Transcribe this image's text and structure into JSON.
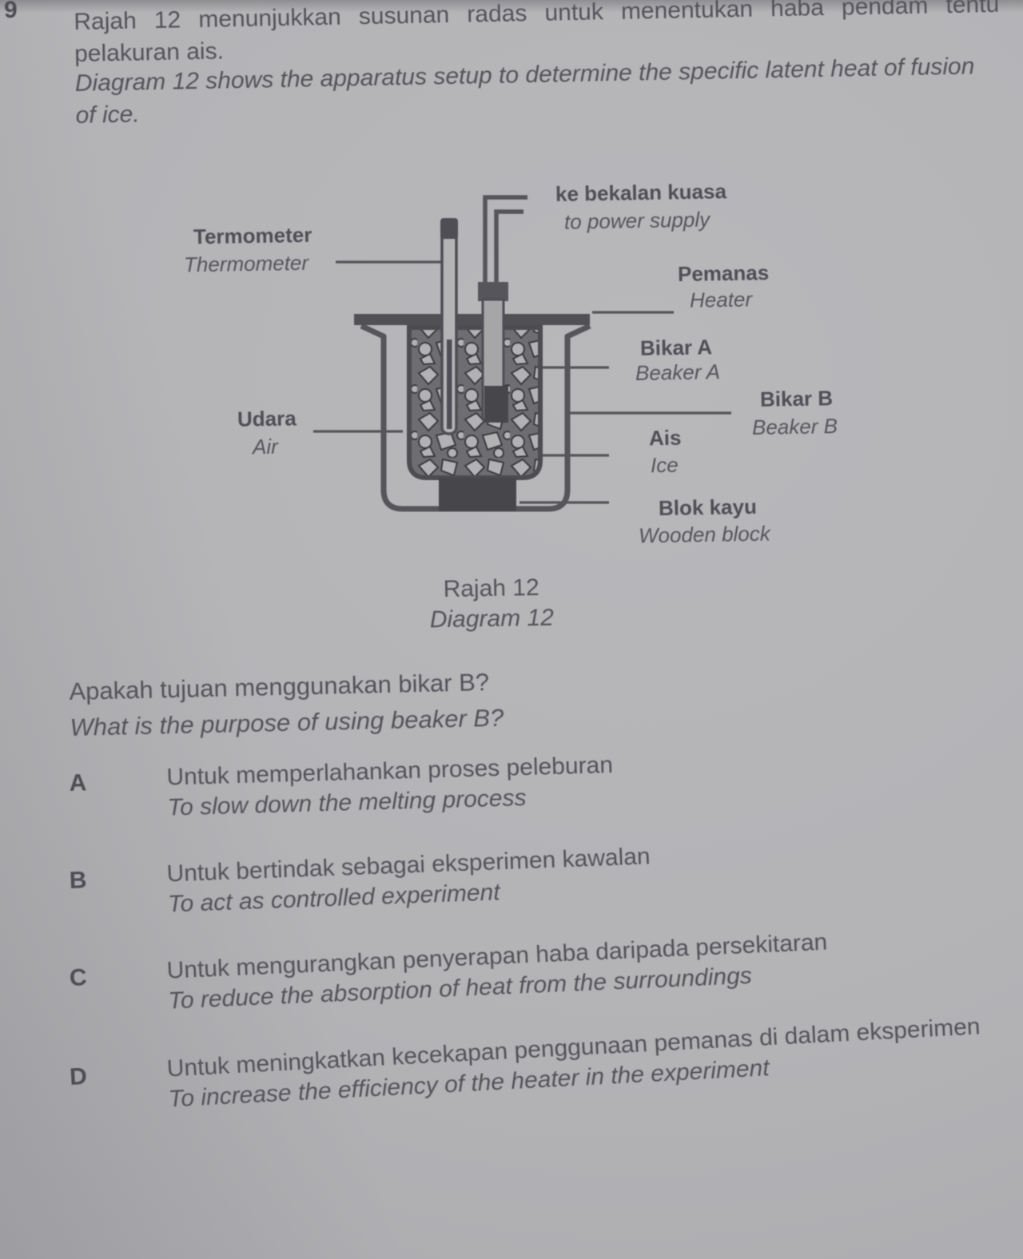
{
  "page": {
    "question_number": "9",
    "intro": {
      "ms_lines": [
        "Rajah 12 menunjukkan susunan radas untuk menentukan haba pendam tentu",
        "pelakuran ais."
      ],
      "en_lines": [
        "Diagram 12 shows the apparatus setup to determine the specific latent heat of fusion",
        "of ice."
      ]
    }
  },
  "diagram": {
    "labels": {
      "power_ms": "ke bekalan kuasa",
      "power_en": "to power supply",
      "thermometer_ms": "Termometer",
      "thermometer_en": "Thermometer",
      "heater_ms": "Pemanas",
      "heater_en": "Heater",
      "beaker_a_ms": "Bikar A",
      "beaker_a_en": "Beaker A",
      "beaker_b_ms": "Bikar B",
      "beaker_b_en": "Beaker B",
      "air_ms": "Udara",
      "air_en": "Air",
      "ice_ms": "Ais",
      "ice_en": "Ice",
      "wooden_block_ms": "Blok kayu",
      "wooden_block_en": "Wooden block"
    },
    "caption_ms": "Rajah 12",
    "caption_en": "Diagram 12"
  },
  "question": {
    "text_ms": "Apakah tujuan menggunakan bikar B?",
    "text_en": "What is the purpose of using beaker B?"
  },
  "options": [
    {
      "label": "A",
      "ms": "Untuk memperlahankan proses peleburan",
      "en": "To slow down the melting process"
    },
    {
      "label": "B",
      "ms": "Untuk bertindak sebagai eksperimen kawalan",
      "en": "To act as controlled experiment"
    },
    {
      "label": "C",
      "ms": "Untuk mengurangkan penyerapan haba daripada persekitaran",
      "en": "To reduce the absorption of heat from the surroundings"
    },
    {
      "label": "D",
      "ms": "Untuk meningkatkan kecekapan penggunaan pemanas di dalam eksperimen",
      "en": "To increase the efficiency of the heater in the experiment"
    }
  ],
  "colors": {
    "paper": "#b3b3b6",
    "ink": "#53535a",
    "diagram_line": "#55555a",
    "diagram_dark": "#47474b"
  }
}
